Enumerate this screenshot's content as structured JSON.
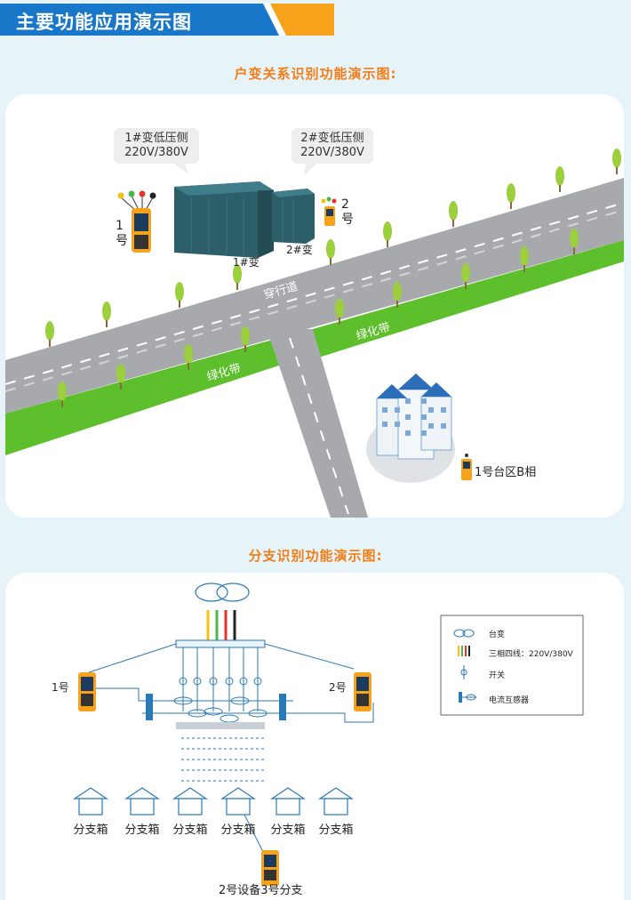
{
  "header": {
    "title": "主要功能应用演示图"
  },
  "section1": {
    "title": "户变关系识别功能演示图:",
    "bubbles": [
      {
        "line1": "1#变低压侧",
        "line2": "220V/380V"
      },
      {
        "line1": "2#变低压侧",
        "line2": "220V/380V"
      }
    ],
    "transformers": [
      "1#变",
      "2#变"
    ],
    "road_label": "穿行道",
    "green_belt_label": "绿化带",
    "device_labels": {
      "d1_line1": "1",
      "d1_line2": "号",
      "d2_line1": "2",
      "d2_line2": "号"
    },
    "area_label": "1号台区B相"
  },
  "section2": {
    "title": "分支识别功能演示图:",
    "device_left": "1号",
    "device_right": "2号",
    "branch_boxes": [
      "分支箱",
      "分支箱",
      "分支箱",
      "分支箱",
      "分支箱",
      "分支箱"
    ],
    "bottom_label": "2号设备3号分支",
    "legend": [
      {
        "icon": "transformer-symbol-icon",
        "label": "台变"
      },
      {
        "icon": "three-phase-lines-icon",
        "label": "三相四线：220V/380V"
      },
      {
        "icon": "switch-symbol-icon",
        "label": "开关"
      },
      {
        "icon": "current-transformer-icon",
        "label": "电流互感器"
      }
    ]
  },
  "colors": {
    "banner": "#1977c9",
    "accent": "#f7a21b",
    "road": "#a7a9ac",
    "green_belt": "#5ebf2c",
    "transformer": "#2c5f6a",
    "device_orange": "#f7a21b",
    "diagram_blue": "#2a7ab5"
  }
}
